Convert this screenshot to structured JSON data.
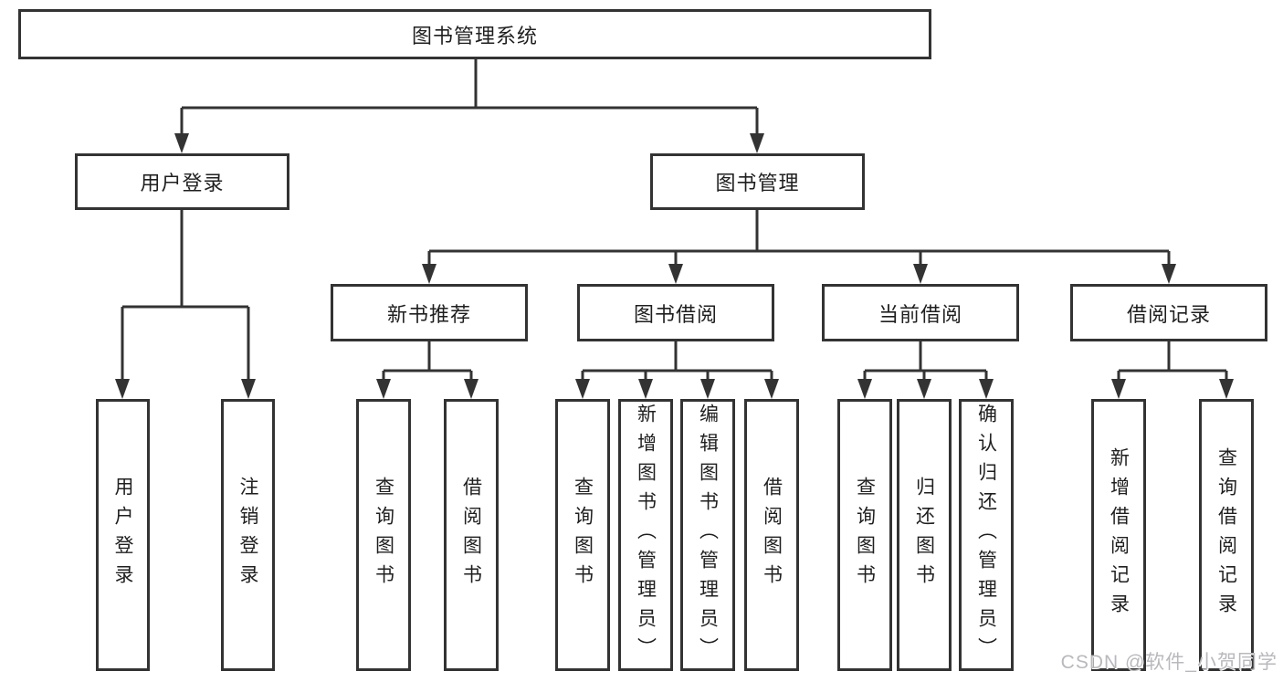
{
  "tree": {
    "root": {
      "label": "图书管理系统",
      "children": [
        {
          "label": "用户登录",
          "children": [
            {
              "label": "用户登录"
            },
            {
              "label": "注销登录"
            }
          ]
        },
        {
          "label": "图书管理",
          "children": [
            {
              "label": "新书推荐",
              "children": [
                {
                  "label": "查询图书"
                },
                {
                  "label": "借阅图书"
                }
              ]
            },
            {
              "label": "图书借阅",
              "children": [
                {
                  "label": "查询图书"
                },
                {
                  "label": "新增图书（管理员）"
                },
                {
                  "label": "编辑图书（管理员）"
                },
                {
                  "label": "借阅图书"
                }
              ]
            },
            {
              "label": "当前借阅",
              "children": [
                {
                  "label": "查询图书"
                },
                {
                  "label": "归还图书"
                },
                {
                  "label": "确认归还（管理员）"
                }
              ]
            },
            {
              "label": "借阅记录",
              "children": [
                {
                  "label": "新增借阅记录"
                },
                {
                  "label": "查询借阅记录"
                }
              ]
            }
          ]
        }
      ]
    }
  },
  "watermark": "CSDN @软件_小贺同学",
  "colors": {
    "line": "#333333",
    "text": "#1f1f1f",
    "watermark": "#b9b9bd",
    "background": "#ffffff"
  }
}
